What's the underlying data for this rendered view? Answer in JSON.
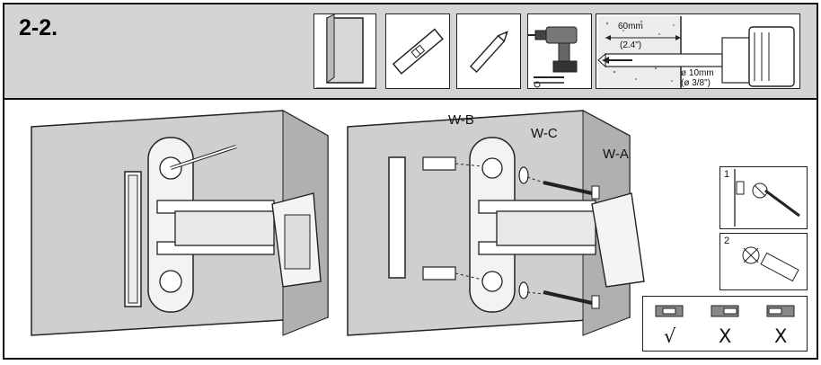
{
  "header": {
    "step_label": "2-2."
  },
  "drill_diagram": {
    "depth_mm": "60mm",
    "depth_in": "(2.4\")",
    "diameter_mm": "ø 10mm",
    "diameter_in": "(ø 3/8\")"
  },
  "parts": {
    "screw_label": "W-A",
    "anchor_label": "W-B",
    "washer_label": "W-C"
  },
  "steps": {
    "step1": "1",
    "step2": "2"
  },
  "level_check": {
    "correct_mark": "√",
    "wrong_mark_1": "X",
    "wrong_mark_2": "X"
  }
}
